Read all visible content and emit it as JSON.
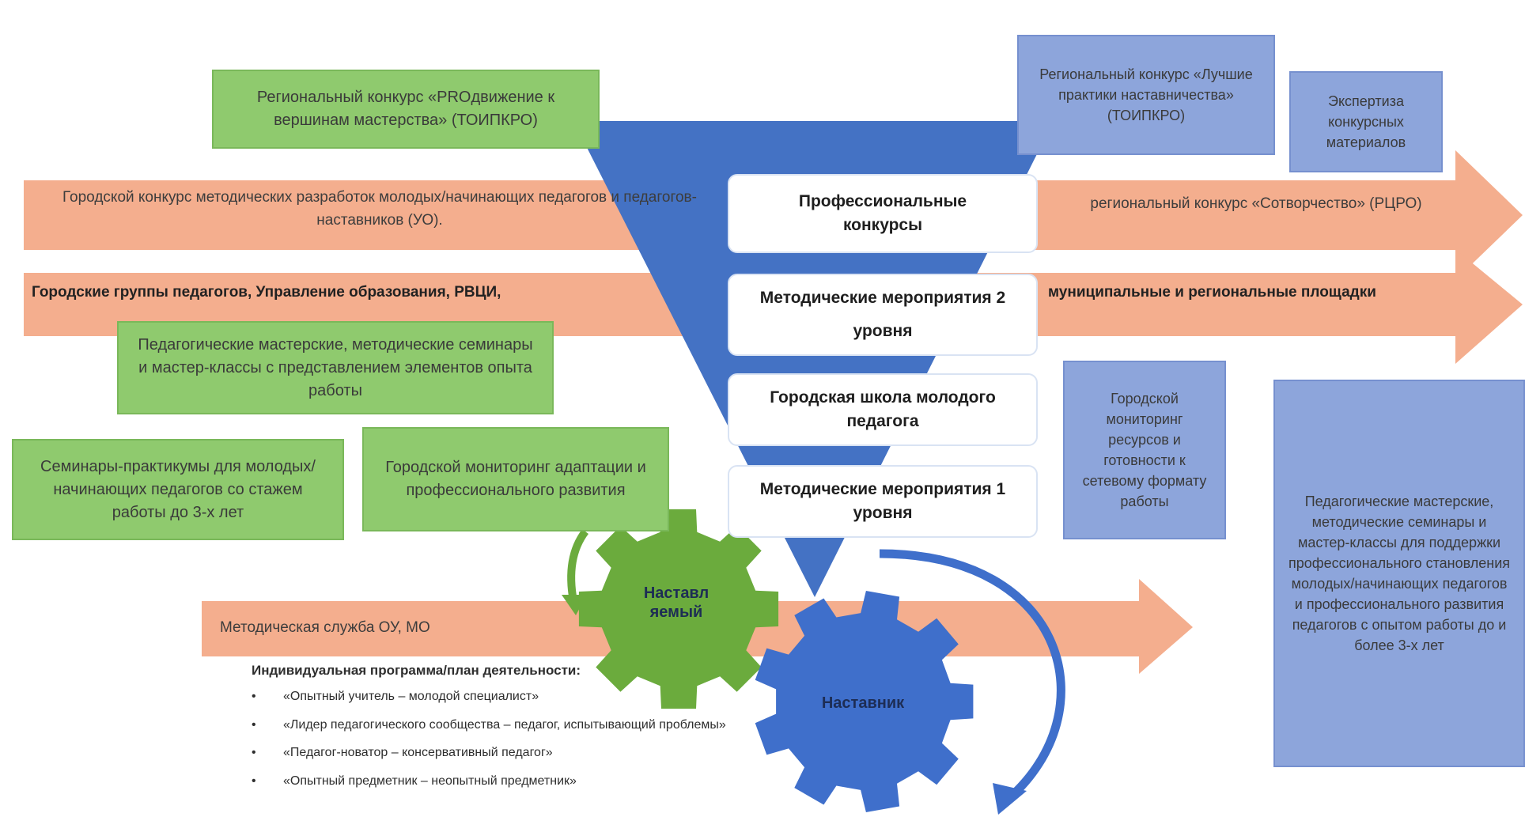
{
  "colors": {
    "arrow": "#f4ae8e",
    "funnel": "#4472c4",
    "green_box": "#8fca6e",
    "blue_box": "#8da5db",
    "gear_green": "#6bab3d",
    "gear_blue": "#3f6fcb"
  },
  "arrows": {
    "row1": "Городской конкурс методических разработок молодых/начинающих педагогов и педагогов-наставников (УО).",
    "row1_right": "региональный конкурс «Сотворчество» (РЦРО)",
    "row2": "Городские группы педагогов, Управление образования, РВЦИ,",
    "row2_right": "муниципальные и региональные площадки",
    "row3": "Методическая служба ОУ, МО"
  },
  "funnel": {
    "level1": "Профессиональные конкурсы",
    "level2": "Методические  мероприятия 2 уровня",
    "level3": "Городская школа молодого педагога",
    "level4": "Методические мероприятия 1 уровня"
  },
  "green_boxes": {
    "regional_contest": "Региональный конкурс «PROдвижение к вершинам мастерства» (ТОИПКРО)",
    "workshops": "Педагогические мастерские, методические семинары и мастер-классы с представлением элементов опыта работы",
    "seminars": "Семинары-практикумы для молодых/начинающих педагогов со стажем работы до 3-х лет",
    "monitoring": "Городской мониторинг адаптации и профессионального развития"
  },
  "blue_boxes": {
    "best_practices": "Региональный конкурс «Лучшие практики наставничества» (ТОИПКРО)",
    "expertise": "Экспертиза конкурсных материалов",
    "city_monitoring": "Городской мониторинг ресурсов и готовности к сетевому формату работы",
    "pedagogical_workshops": "Педагогические мастерские, методические семинары и мастер-классы для поддержки профессионального становления молодых/начинающих педагогов и профессионального развития педагогов с опытом работы до и более 3-х лет"
  },
  "gears": {
    "mentee": "Наставляемый",
    "mentor": "Наставник"
  },
  "plan": {
    "title": "Индивидуальная программа/план деятельности:",
    "items": [
      "«Опытный учитель – молодой специалист»",
      "«Лидер педагогического сообщества – педагог, испытывающий проблемы»",
      "«Педагог-новатор – консервативный педагог»",
      "«Опытный предметник – неопытный предметник»"
    ]
  }
}
